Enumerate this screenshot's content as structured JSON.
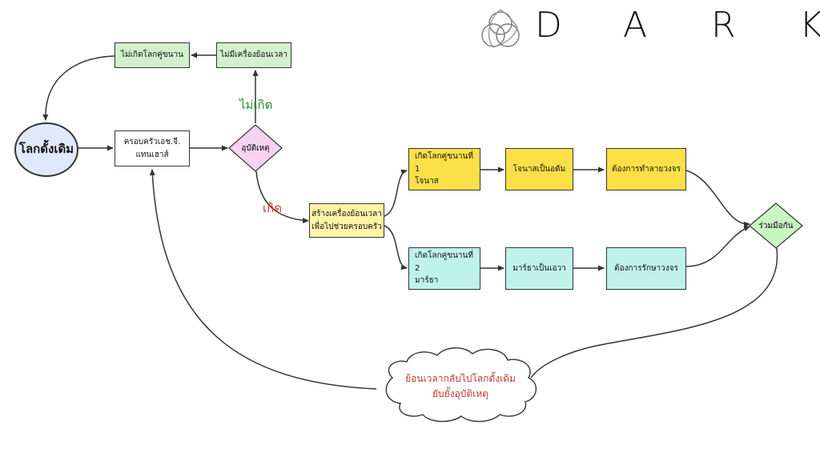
{
  "nodes": {
    "no_parallel_world": "ไม่เกิดโลกคู่ขนาน",
    "no_time_machine": "ไม่มีเครื่องย้อนเวลา",
    "original_world": "โลกดั้งเดิม",
    "family": "ครอบครัวเอช.จี.\nแทนเฮาส์",
    "accident": "อุบัติเหตุ",
    "build_machine": "สร้างเครื่องย้อนเวลา\nเพื่อไปช่วยครอบครัว",
    "world1": "เกิดโลกคู่ขนานที่ 1\nโจนาส",
    "adam": "โจนาสเป็นอดัม",
    "destroy_loop": "ต้องการทำลายวงจร",
    "world2": "เกิดโลกคู่ขนานที่ 2\nมาร์ธา",
    "eva": "มาร์ธาเป็นเอวา",
    "keep_loop": "ต้องการรักษาวงจร",
    "cooperate": "ร่วมมือกัน"
  },
  "labels": {
    "not_happen": "ไม่เกิด",
    "happen": "เกิด"
  },
  "cloud": "ย้อนเวลากลับไปโลกดั้งเดิม\nยับยั้งอุบัติเหตุ",
  "brand": {
    "letters": [
      "D",
      "A",
      "R",
      "K"
    ],
    "logo_icon": "triquetra-icon"
  },
  "colors": {
    "not_happen_label": "#2e8b2e",
    "happen_label": "#d32f2f",
    "accident_fill": "#f9d2f2",
    "cooperate_fill": "#c9f5c2",
    "cloud_text": "#c0392b"
  }
}
